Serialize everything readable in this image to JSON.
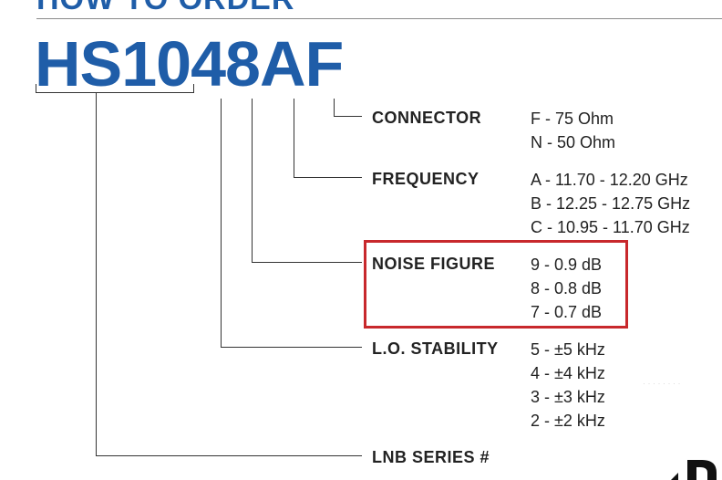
{
  "heading": "HOW TO ORDER",
  "part_number": "HS1048AF",
  "sections": {
    "connector": {
      "label": "CONNECTOR",
      "options": [
        "F - 75 Ohm",
        "N - 50 Ohm"
      ]
    },
    "frequency": {
      "label": "FREQUENCY",
      "options": [
        "A - 11.70 - 12.20 GHz",
        "B - 12.25 - 12.75 GHz",
        "C - 10.95 - 11.70 GHz"
      ]
    },
    "noise_figure": {
      "label": "NOISE FIGURE",
      "options": [
        "9 - 0.9 dB",
        "8 - 0.8 dB",
        "7 - 0.7 dB"
      ]
    },
    "lo_stability": {
      "label": "L.O. STABILITY",
      "options": [
        "5 - ±5 kHz",
        "4 - ±4 kHz",
        "3 - ±3 kHz",
        "2 - ±2 kHz"
      ]
    },
    "lnb_series": {
      "label": "LNB SERIES #"
    }
  },
  "colors": {
    "brand_blue": "#1f5da8",
    "highlight_red": "#c8282c",
    "line": "#333333"
  }
}
